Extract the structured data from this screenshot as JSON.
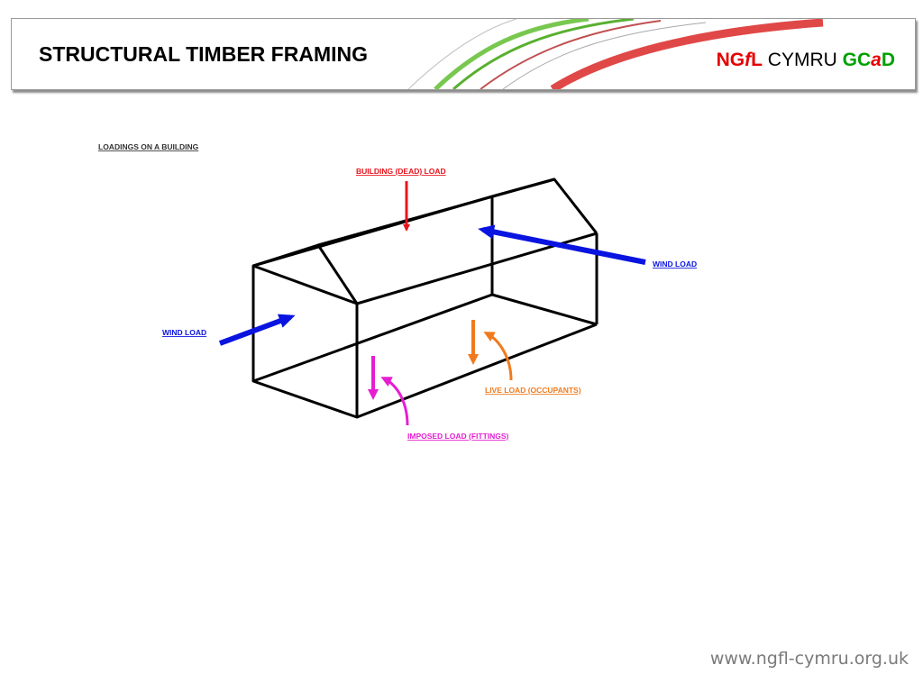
{
  "header": {
    "title": "STRUCTURAL TIMBER FRAMING",
    "logo": {
      "ng": "NG",
      "f": "f",
      "l": "L",
      "cymru": " CYMRU ",
      "gc": "GC",
      "a": "a",
      "d": "D"
    }
  },
  "diagram": {
    "heading": "LOADINGS ON A BUILDING",
    "labels": {
      "dead_load": "BUILDING (DEAD) LOAD",
      "wind_load_right": "WIND LOAD",
      "wind_load_left": "WIND LOAD",
      "live_load": "LIVE LOAD (OCCUPANTS)",
      "imposed_load": "IMPOSED LOAD (FITTINGS)"
    },
    "colors": {
      "frame": "#000000",
      "dead_load": "#e8141e",
      "wind_load": "#0a14e0",
      "live_load": "#f07a1e",
      "imposed_load": "#e61ed2",
      "heading": "#333333"
    }
  },
  "footer": {
    "url": "www.ngfl-cymru.org.uk"
  }
}
